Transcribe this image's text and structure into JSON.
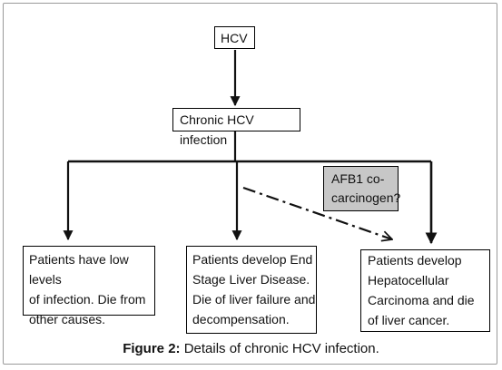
{
  "diagram": {
    "nodes": {
      "hcv": "HCV",
      "chronic": "Chronic HCV infection",
      "afb1": "AFB1 co-\ncarcinogen?",
      "low": "Patients have low levels\nof infection. Die from\nother causes.",
      "esld": "Patients develop End\nStage Liver Disease.\nDie of liver failure and\ndecompensation.",
      "hcc": "Patients develop\nHepatocellular\nCarcinoma and die\nof liver cancer."
    }
  },
  "caption": {
    "label": "Figure 2:",
    "text": " Details of chronic HCV infection."
  },
  "colors": {
    "line": "#111111",
    "afb1_fill": "#c7c7c7",
    "frame": "#9a9a9a"
  }
}
